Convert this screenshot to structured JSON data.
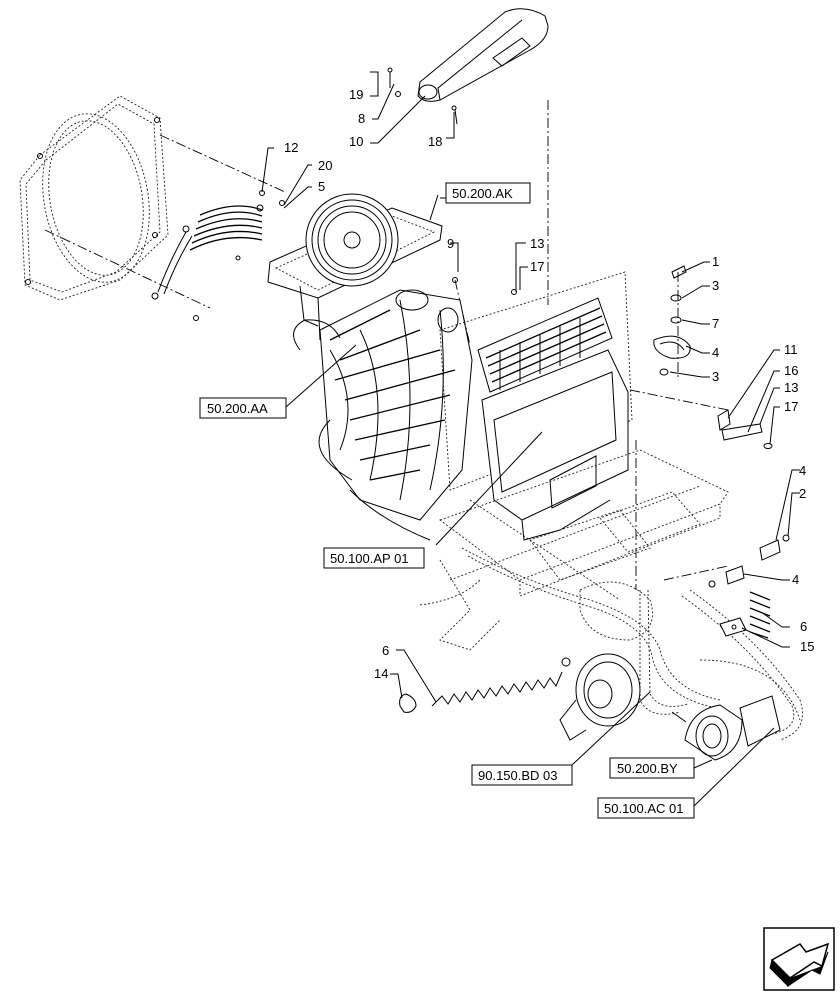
{
  "diagram": {
    "callouts": {
      "c19": "19",
      "c8": "8",
      "c10": "10",
      "c18": "18",
      "c12": "12",
      "c20": "20",
      "c5": "5",
      "c9": "9",
      "c13a": "13",
      "c17a": "17",
      "c1": "1",
      "c3a": "3",
      "c7": "7",
      "c4a": "4",
      "c3b": "3",
      "c11": "11",
      "c16": "16",
      "c13b": "13",
      "c17b": "17",
      "c4b": "4",
      "c2": "2",
      "c4c": "4",
      "c6a": "6",
      "c15": "15",
      "c6b": "6",
      "c14": "14"
    },
    "references": {
      "r50200AK": "50.200.AK",
      "r50200AA": "50.200.AA",
      "r50100AP01": "50.100.AP 01",
      "r90150BD03": "90.150.BD 03",
      "r50200BY": "50.200.BY",
      "r50100AC01": "50.100.AC 01"
    },
    "nav_icon": "arrow-navigation-icon"
  }
}
